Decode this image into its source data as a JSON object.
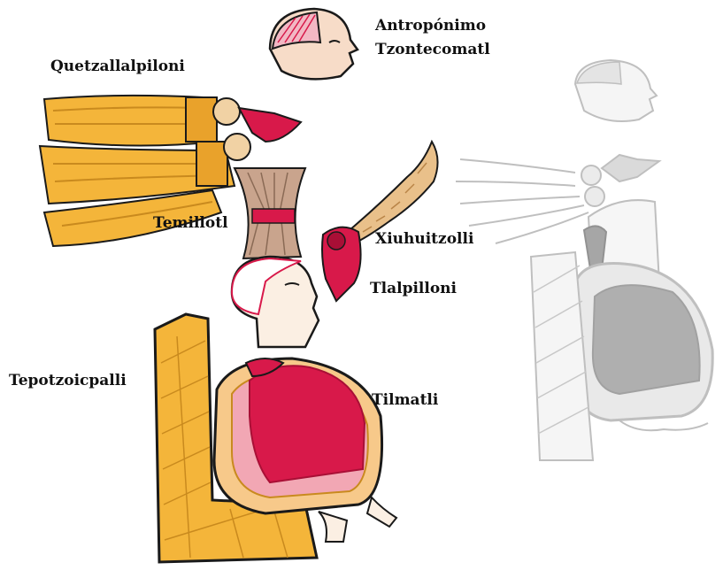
{
  "labels": {
    "antroponimo": "Antropónimo",
    "tzontecomatl": "Tzontecomatl",
    "quetzallalpiloni": "Quetzallalpiloni",
    "temillotl": "Temillotl",
    "xiuhuitzolli": "Xiuhuitzolli",
    "tlalpilloni": "Tlalpilloni",
    "tepotzoicpalli": "Tepotzoicpalli",
    "tilmatli": "Tilmatli"
  },
  "colors": {
    "red": "#d8194a",
    "pink": "#f2b8c4",
    "yellow": "#f4b53a",
    "yellow_dark": "#c98a1e",
    "cream": "#f7e9d4",
    "brown": "#8a6a55",
    "gray": "#b5b5b5",
    "outline": "#1a1a1a"
  }
}
